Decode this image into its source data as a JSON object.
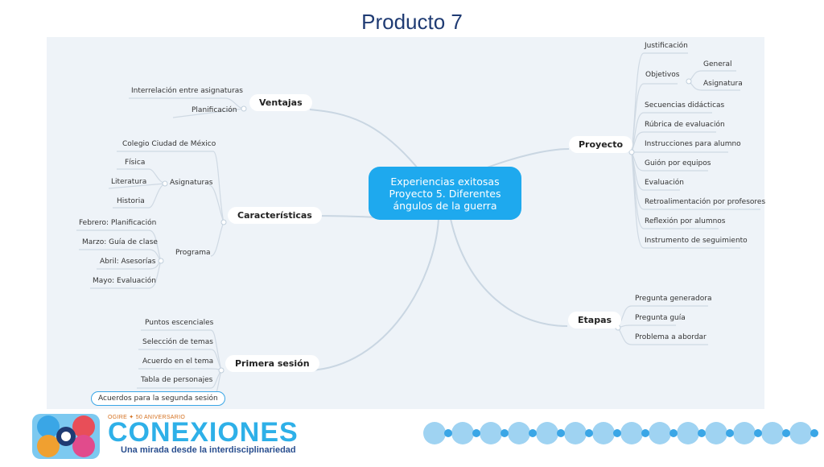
{
  "slide_title": "Producto 7",
  "center": {
    "line1": "Experiencias exitosas",
    "line2": "Proyecto 5. Diferentes",
    "line3": "ángulos de la guerra"
  },
  "ventajas": {
    "label": "Ventajas",
    "items": [
      "Interrelación entre asignaturas",
      "Planificación"
    ]
  },
  "caracteristicas": {
    "label": "Características",
    "colegio": "Colegio Ciudad de México",
    "asignaturas": {
      "label": "Asignaturas",
      "items": [
        "Física",
        "Literatura",
        "Historia"
      ]
    },
    "programa": {
      "label": "Programa",
      "items": [
        "Febrero: Planificación",
        "Marzo: Guía de clase",
        "Abril: Asesorías",
        "Mayo: Evaluación"
      ]
    }
  },
  "primera_sesion": {
    "label": "Primera sesión",
    "items": [
      "Puntos escenciales",
      "Selección de temas",
      "Acuerdo en el tema",
      "Tabla de personajes",
      "Acuerdos para la segunda sesión"
    ]
  },
  "proyecto": {
    "label": "Proyecto",
    "justificacion": "Justificación",
    "objetivos": {
      "label": "Objetivos",
      "items": [
        "General",
        "Asignatura"
      ]
    },
    "items": [
      "Secuencias didácticas",
      "Rúbrica de evaluación",
      "Instrucciones para alumno",
      "Guión por equipos",
      "Evaluación",
      "Retroalimentación por profesores",
      "Reflexión por alumnos",
      "Instrumento de seguimiento"
    ]
  },
  "etapas": {
    "label": "Etapas",
    "items": [
      "Pregunta generadora",
      "Pregunta guía",
      "Problema a abordar"
    ]
  },
  "footer": {
    "top": "OGIRE ✦ 50 ANIVERSARIO",
    "brand": "CONEXIONES",
    "subtitle": "Una mirada desde la interdisciplinariedad"
  }
}
